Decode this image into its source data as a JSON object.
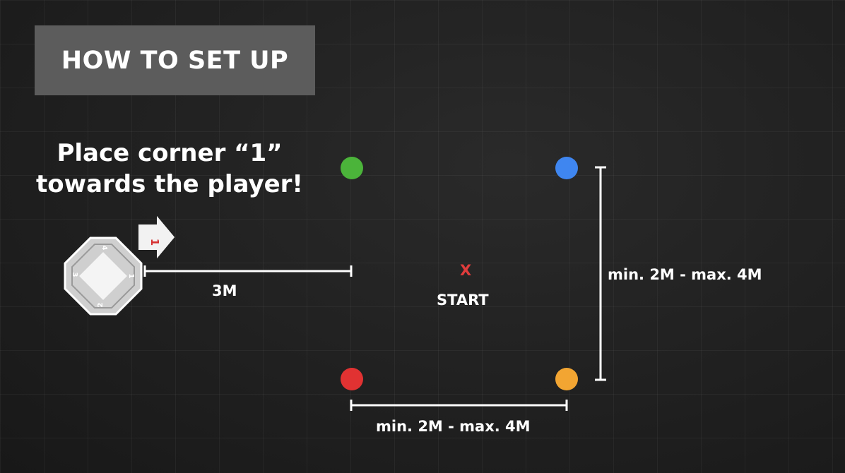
{
  "header": {
    "title": "HOW TO SET UP"
  },
  "instruction": {
    "line1": "Place corner “1”",
    "line2": "towards the player!"
  },
  "device": {
    "icon": "octagon-device-icon",
    "corner_labels": [
      "1",
      "2",
      "3",
      "4"
    ],
    "arrow_icon": "direction-arrow-icon",
    "arrow_label": "1",
    "arrow_label_color": "#d63030"
  },
  "distances": {
    "device_to_cones": "3M",
    "vertical": "min. 2M - max. 4M",
    "horizontal": "min. 2M - max. 4M"
  },
  "start": {
    "marker": "X",
    "label": "START",
    "marker_color": "#e03c3c"
  },
  "cones": [
    {
      "name": "green",
      "color": "#4bb43a"
    },
    {
      "name": "blue",
      "color": "#3f86f0"
    },
    {
      "name": "red",
      "color": "#e13232"
    },
    {
      "name": "orange",
      "color": "#f2a532"
    }
  ]
}
